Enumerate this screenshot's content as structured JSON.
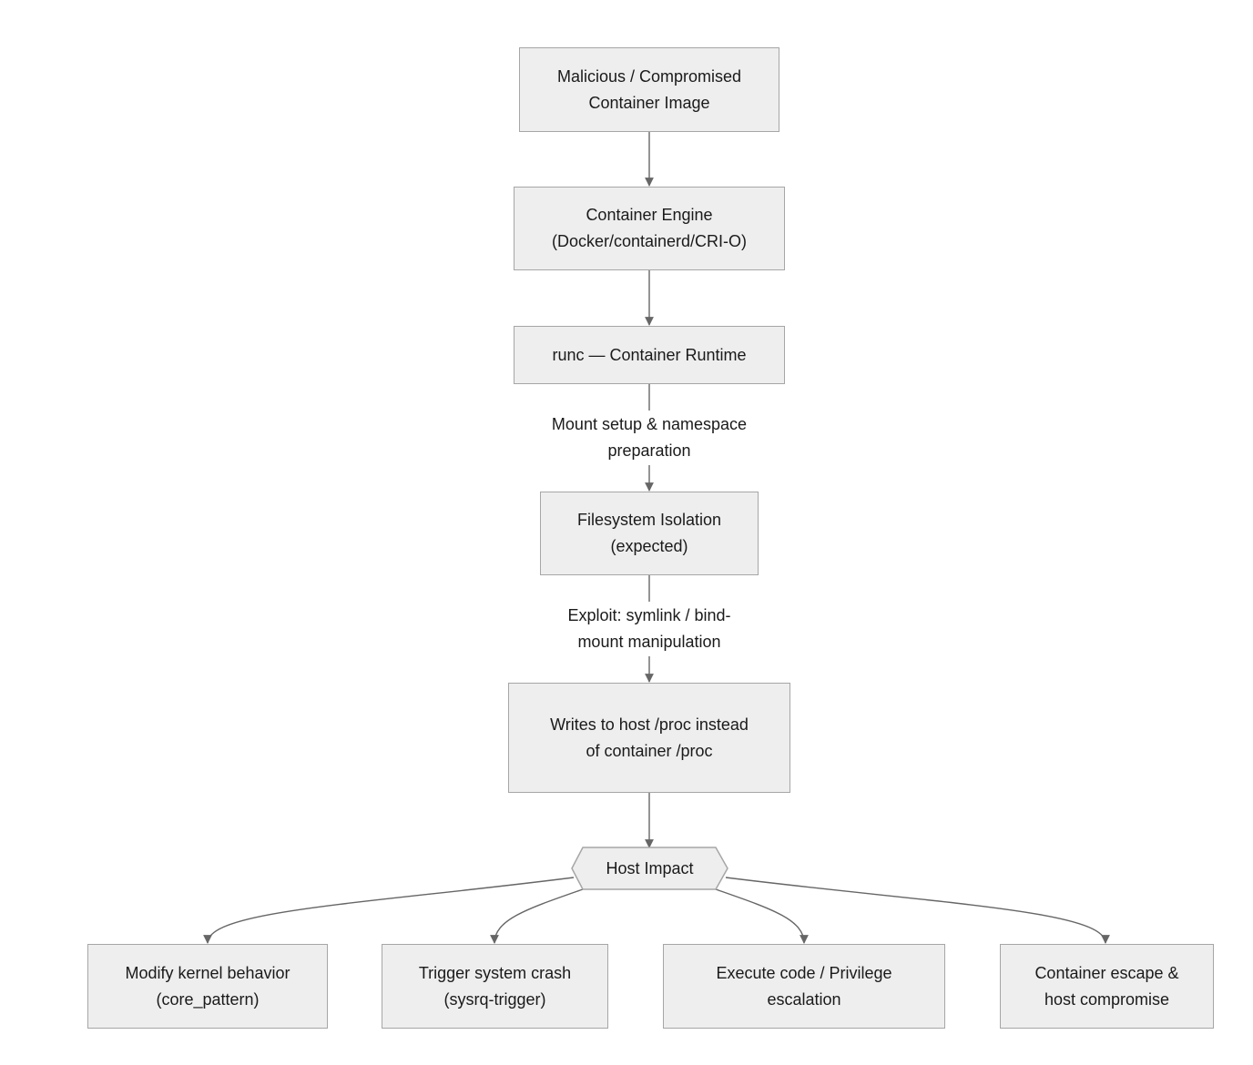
{
  "diagram": {
    "nodes": {
      "image": "Malicious / Compromised Container Image",
      "engine": "Container Engine (Docker/containerd/CRI-O)",
      "runc": "runc — Container Runtime",
      "isolation": "Filesystem Isolation (expected)",
      "writes": "Writes to host /proc instead of container /proc",
      "impact": "Host Impact",
      "kernel": "Modify kernel behavior (core_pattern)",
      "crash": "Trigger system crash (sysrq-trigger)",
      "exec": "Execute code / Privilege escalation",
      "escape": "Container escape & host compromise"
    },
    "edge_labels": {
      "mount": "Mount setup & namespace preparation",
      "exploit": "Exploit: symlink / bind-mount manipulation"
    },
    "colors": {
      "node_fill": "#eeeeee",
      "node_border": "#a6a6a6",
      "edge": "#666666"
    }
  }
}
